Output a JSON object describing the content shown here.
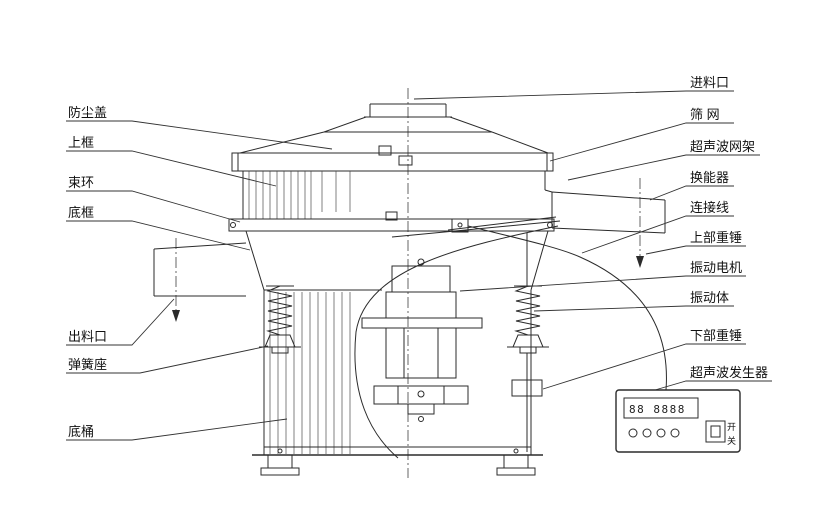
{
  "labels": {
    "left": [
      "防尘盖",
      "上框",
      "束环",
      "底框",
      "出料口",
      "弹簧座",
      "底桶"
    ],
    "right": [
      "进料口",
      "筛  网",
      "超声波网架",
      "换能器",
      "连接线",
      "上部重锤",
      "振动电机",
      "振动体",
      "下部重锤",
      "超声波发生器"
    ]
  },
  "control_box": {
    "display": "88 8888",
    "switch_on": "开",
    "switch_off": "关"
  },
  "colors": {
    "line": "#2b2b2b",
    "text": "#111111",
    "background": "#ffffff"
  }
}
